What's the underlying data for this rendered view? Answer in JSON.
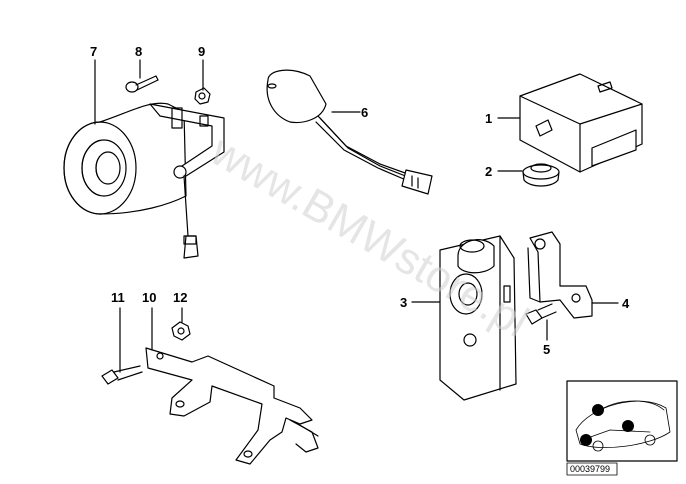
{
  "watermark": "www.BMWstore.pl",
  "diagram_code": "00039799",
  "callouts": {
    "c1": "1",
    "c2": "2",
    "c3": "3",
    "c4": "4",
    "c5": "5",
    "c6": "6",
    "c7": "7",
    "c8": "8",
    "c9": "9",
    "c10": "10",
    "c11": "11",
    "c12": "12"
  },
  "colors": {
    "line": "#000000",
    "watermark": "#cfcfcf",
    "fill": "#ffffff"
  }
}
